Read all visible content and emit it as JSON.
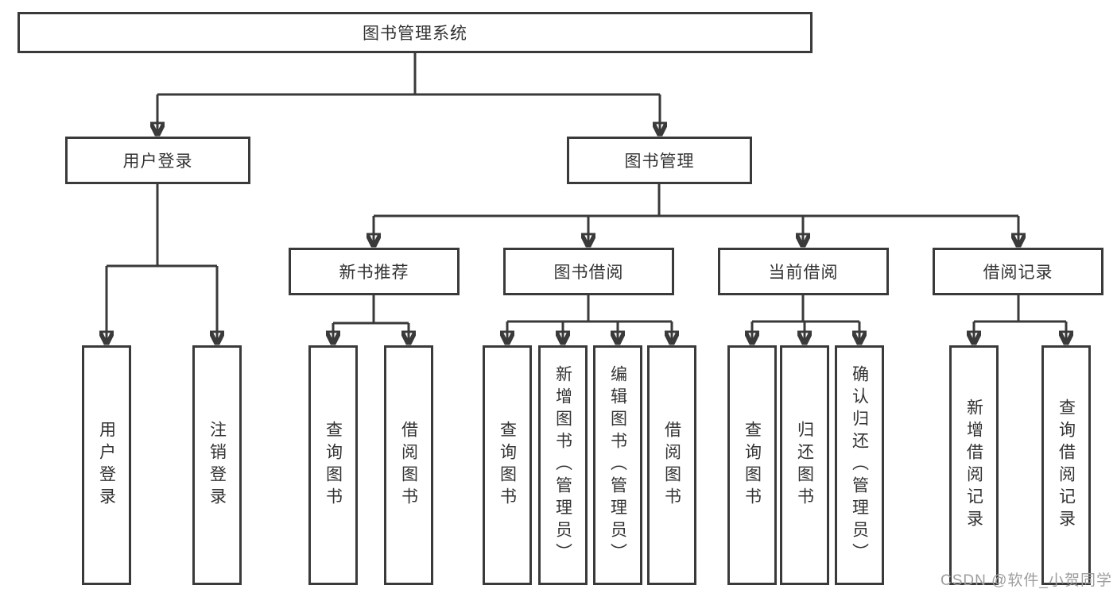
{
  "diagram": {
    "nodes": {
      "root": "图书管理系统",
      "user_login": "用户登录",
      "book_mgmt": "图书管理",
      "new_book_rec": "新书推荐",
      "book_borrow": "图书借阅",
      "current_borrow": "当前借阅",
      "borrow_records": "借阅记录",
      "leaf_user_login": "用户登录",
      "leaf_logout": "注销登录",
      "leaf_query_book_rec": "查询图书",
      "leaf_borrow_book_rec": "借阅图书",
      "leaf_query_book_borrow": "查询图书",
      "leaf_add_book_admin": "新增图书（管理员）",
      "leaf_edit_book_admin": "编辑图书（管理员）",
      "leaf_borrow_book_borrow": "借阅图书",
      "leaf_query_book_current": "查询图书",
      "leaf_return_book": "归还图书",
      "leaf_confirm_return_admin": "确认归还（管理员）",
      "leaf_add_borrow_record": "新增借阅记录",
      "leaf_query_borrow_record": "查询借阅记录"
    },
    "hierarchy": {
      "图书管理系统": {
        "用户登录": [
          "用户登录",
          "注销登录"
        ],
        "图书管理": {
          "新书推荐": [
            "查询图书",
            "借阅图书"
          ],
          "图书借阅": [
            "查询图书",
            "新增图书（管理员）",
            "编辑图书（管理员）",
            "借阅图书"
          ],
          "当前借阅": [
            "查询图书",
            "归还图书",
            "确认归还（管理员）"
          ],
          "借阅记录": [
            "新增借阅记录",
            "查询借阅记录"
          ]
        }
      }
    }
  },
  "watermark": "CSDN @软件_小贺同学",
  "colors": {
    "line": "#3a3a3a",
    "box_background": "#ffffff",
    "watermark_text": "#9e9e9e"
  }
}
